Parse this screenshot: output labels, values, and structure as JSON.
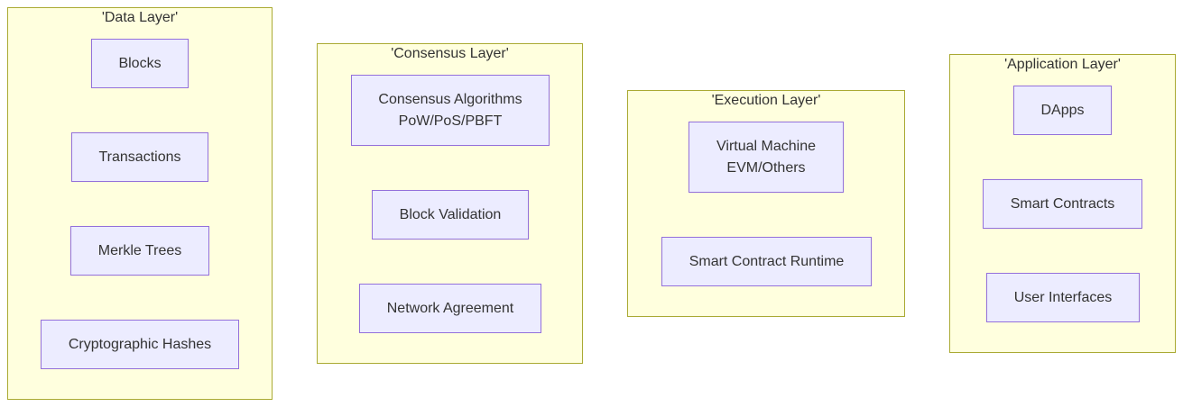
{
  "layers": {
    "data": {
      "title": "'Data Layer'",
      "nodes": [
        "Blocks",
        "Transactions",
        "Merkle Trees",
        "Cryptographic Hashes"
      ]
    },
    "consensus": {
      "title": "'Consensus Layer'",
      "nodes": [
        "Consensus Algorithms\nPoW/PoS/PBFT",
        "Block Validation",
        "Network Agreement"
      ]
    },
    "execution": {
      "title": "'Execution Layer'",
      "nodes": [
        "Virtual Machine\nEVM/Others",
        "Smart Contract Runtime"
      ]
    },
    "application": {
      "title": "'Application Layer'",
      "nodes": [
        "DApps",
        "Smart Contracts",
        "User Interfaces"
      ]
    }
  },
  "colors": {
    "cluster_fill": "#ffffde",
    "cluster_stroke": "#aaaa33",
    "node_fill": "#ececff",
    "node_stroke": "#9370db",
    "text": "#333333"
  }
}
